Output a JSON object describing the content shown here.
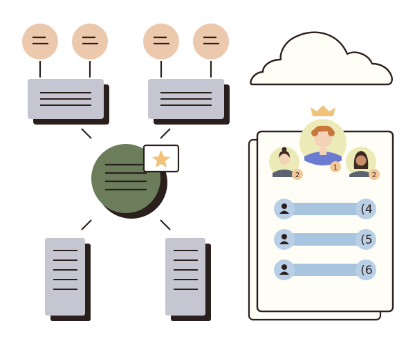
{
  "colors": {
    "ink": "#2b1f1d",
    "peach": "#ecc9ad",
    "gray_card": "#c6c5d2",
    "green": "#6b7d5a",
    "cream": "#fffef6",
    "bar_blue": "#a9c4df",
    "avatar_blue": "#b9cfe6",
    "crown": "#f1c27a",
    "star": "#f1c27a",
    "badge": "#f3c79a",
    "avatar_bg": "#ecebb8"
  },
  "leaderboard": {
    "top": [
      {
        "rank": "1",
        "icon": "winner-avatar-icon"
      },
      {
        "rank": "2",
        "icon": "runner-up-avatar-icon"
      },
      {
        "rank": "2",
        "icon": "runner-up-avatar-icon"
      }
    ],
    "rows": [
      {
        "rank": "(4",
        "icon": "user-icon"
      },
      {
        "rank": "(5",
        "icon": "user-icon"
      },
      {
        "rank": "(6",
        "icon": "user-icon"
      }
    ]
  },
  "icons": [
    "cloud-icon",
    "crown-icon",
    "star-icon",
    "user-icon",
    "document-icon"
  ]
}
